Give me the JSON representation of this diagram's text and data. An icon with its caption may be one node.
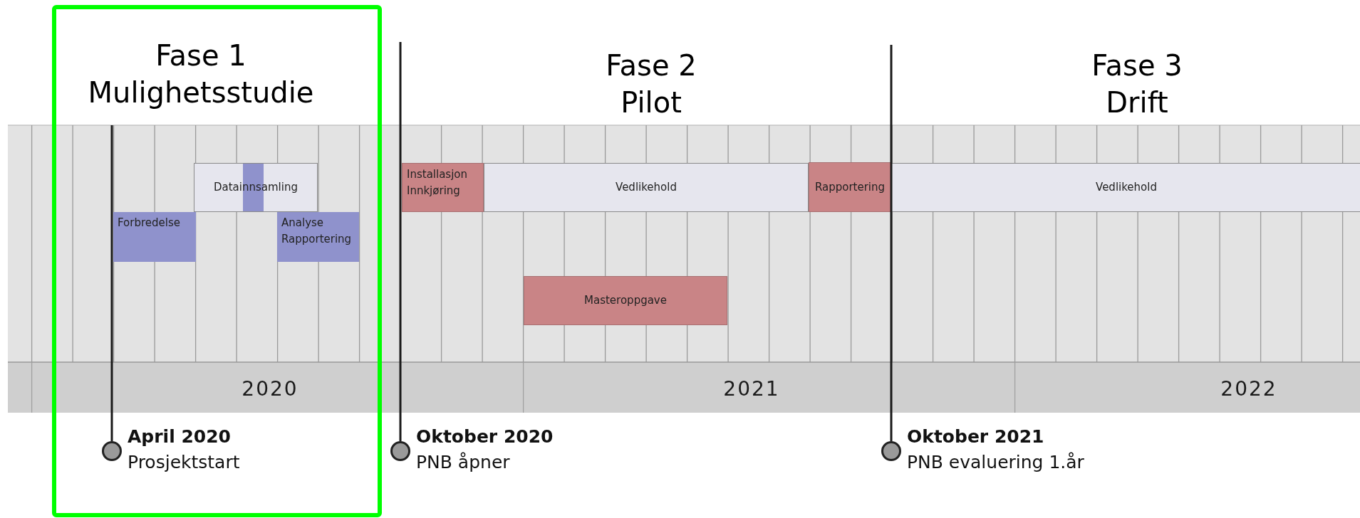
{
  "diagram": {
    "nodes": [
      {
        "text": [
          "Datainnsamling"
        ]
      },
      {
        "text": [
          "Installasjon Innkjøring"
        ]
      },
      {
        "text": [
          "Vedlikehold"
        ]
      },
      {
        "text": [
          "Rapportering"
        ]
      },
      {
        "text": [
          "Vedlikehold"
        ]
      },
      {
        "text": [
          "Forbredelse"
        ]
      },
      {
        "text": [
          "Analyse Rapportering"
        ]
      },
      {
        "text": [
          "Masteroppgave"
        ]
      },
      {
        "text": [],
        "shape": "circle",
        "beside": [
          "April 2020",
          "Prosjektstart"
        ]
      },
      {
        "text": [],
        "shape": "circle",
        "beside": [
          "Oktober 2020",
          "PNB åpner"
        ]
      },
      {
        "text": [],
        "shape": "circle",
        "beside": [
          "Oktober 2021",
          "PNB evaluering 1.år"
        ]
      }
    ],
    "labels": [
      "Fase 1 Mulighetsstudie",
      "Fase 2 Pilot",
      "Fase 3 Drift",
      "2020",
      "2021",
      "2022"
    ]
  }
}
